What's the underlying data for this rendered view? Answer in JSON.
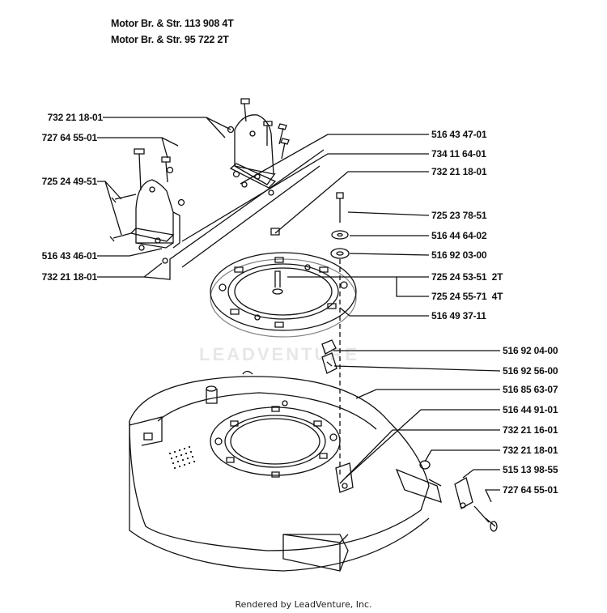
{
  "header": {
    "line1": "Motor Br. & Str. 113 908 4T",
    "line2": "Motor Br. & Str. 95 722 2T"
  },
  "parts": [
    {
      "number": "732 21 18-01"
    },
    {
      "number": "727 64 55-01"
    },
    {
      "number": "725 24 49-51"
    },
    {
      "number": "516 43 46-01"
    },
    {
      "number": "732 21 18-01"
    },
    {
      "number": "516 43 47-01"
    },
    {
      "number": "734 11 64-01"
    },
    {
      "number": "732 21 18-01"
    },
    {
      "number": "725 23 78-51"
    },
    {
      "number": "516 44 64-02"
    },
    {
      "number": "516 92 03-00"
    },
    {
      "number": "725 24 53-51",
      "note": "2T"
    },
    {
      "number": "725 24 55-71",
      "note": "4T"
    },
    {
      "number": "516 49 37-11"
    },
    {
      "number": "516 92 04-00"
    },
    {
      "number": "516 92 56-00"
    },
    {
      "number": "516 85 63-07"
    },
    {
      "number": "516 44 91-01"
    },
    {
      "number": "732 21 16-01"
    },
    {
      "number": "732 21 18-01"
    },
    {
      "number": "515 13 98-55"
    },
    {
      "number": "727 64 55-01"
    }
  ],
  "watermark": "LEADVENTURE",
  "footer": "Rendered by LeadVenture, Inc."
}
